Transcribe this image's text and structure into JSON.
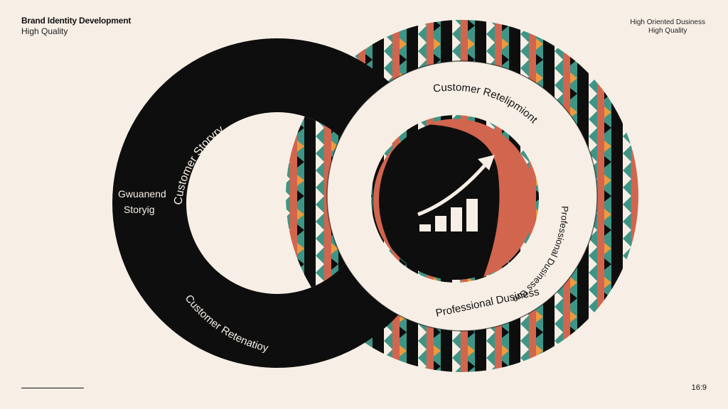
{
  "header": {
    "title": "Brand Identity Development",
    "subtitle": "High Quality"
  },
  "top_right": {
    "line1": "High Oriented Dusiness",
    "line2": "High Quality"
  },
  "footer": {
    "aspect_ratio": "16:9"
  },
  "diagram": {
    "left_ring": {
      "top_label": "Customer Storyry",
      "middle_line1": "Gwuanend",
      "middle_line2": "Storyig",
      "bottom_label": "Customer Retenatioy"
    },
    "right_ring": {
      "top_label": "Customer Retelipmiont",
      "side_label": "Professional Dusiness Growth",
      "bottom_label": "Professional Dusiness"
    },
    "center_icon": "growth-chart-icon",
    "colors": {
      "black": "#0e0e0e",
      "cream": "#f7efe6",
      "teal": "#3f9585",
      "terracotta": "#d2654e",
      "orange": "#ec9a3f"
    }
  }
}
